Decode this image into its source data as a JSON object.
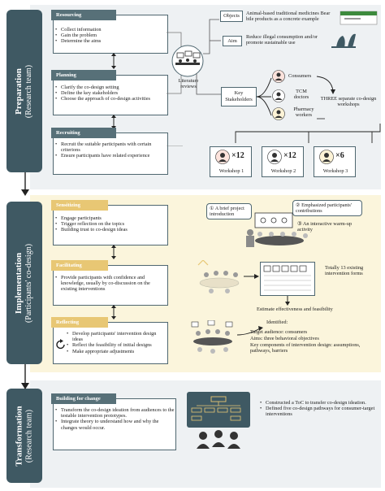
{
  "phases": {
    "preparation": {
      "title": "Preparation",
      "subtitle": "(Research team)"
    },
    "implementation": {
      "title": "Implementation",
      "subtitle": "(Participants' co-design)"
    },
    "transformation": {
      "title": "Transformation",
      "subtitle": "(Research team)"
    }
  },
  "preparation": {
    "resourcing": {
      "label": "Resourcing",
      "items": [
        "Collect information",
        "Gain the problem",
        "Determine the aims"
      ]
    },
    "planning": {
      "label": "Planning",
      "items": [
        "Clarify the co-design setting",
        "Define the key stakeholders",
        "Choose the approach of co-design activities"
      ]
    },
    "recruiting": {
      "label": "Recruiting",
      "items": [
        "Recruit the suitable participants with certain criterions",
        "Ensure participants have related experience"
      ]
    },
    "literature_label": "Literature reviews",
    "objects_label": "Objects",
    "objects_text": "Animal-based traditional medicines Bear bile products as a concrete example",
    "aim_label": "Aim",
    "aim_text": "Reduce illegal consumption and/or promote sustainable use",
    "stakeholders_label": "Key Stakeholders",
    "stakeholders": [
      "Consumers",
      "TCM doctors",
      "Pharmacy workers"
    ],
    "workshops_text": "THREE separate co-design workshops",
    "workshops": [
      {
        "count": "×12",
        "label": "Workshop 1"
      },
      {
        "count": "×12",
        "label": "Workshop 2"
      },
      {
        "count": "×6",
        "label": "Workshop 3"
      }
    ]
  },
  "implementation": {
    "sensitizing": {
      "label": "Sensitizing",
      "items": [
        "Engage participants",
        "Trigger reflection on the topics",
        "Building trust to co-design ideas"
      ]
    },
    "facilitating": {
      "label": "Facilitating",
      "items": [
        "Provide participants with confidence and knowledge, usually by co-discussion on the existing interventions"
      ]
    },
    "reflecting": {
      "label": "Reflecting",
      "items": [
        "Develop participants' intervention design ideas",
        "Reflect the feasibility of initial designs",
        "Make appropriate adjustments"
      ]
    },
    "callout1": "① A brief project introduction",
    "callout2": "② Emphasized participants' contributions",
    "callout3": "③ An interactive warm-up activity",
    "forms_text": "Totally 13 existing intervention forms",
    "estimate_text": "Estimate effectiveness and feasibility",
    "identified_label": "Identified:",
    "identified_lines": [
      "Target audience: consumers",
      "Aims: three behavioral objectives",
      "Key components of intervention design: assumptions, pathways, barriers"
    ]
  },
  "transformation": {
    "building": {
      "label": "Building for change",
      "items": [
        "Transform the co-design ideation from audiences to the testable intervention prototypes.",
        "Integrate theory to understand how and why the changes would occur."
      ]
    },
    "results": [
      "Constructed a ToC to transfer co-design ideation.",
      "Defined five co-design pathways for consumer-target interventions"
    ]
  },
  "colors": {
    "phase": "#3f5963",
    "prep_bg": "#eef1f3",
    "impl_bg": "#fbf5dc",
    "impl_head": "#e8c774",
    "prep_head": "#577078"
  }
}
